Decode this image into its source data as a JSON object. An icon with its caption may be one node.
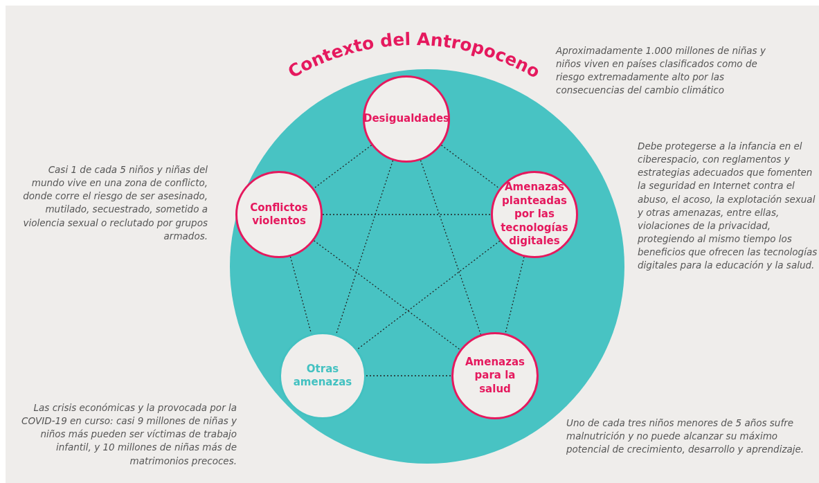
{
  "diagram": {
    "nodes": [
      {
        "text": [
          "Contexto del Antropoceno"
        ]
      },
      {
        "text": [
          "Desigualdades"
        ],
        "in": 0
      },
      {
        "text": [
          "Conflictos violentos"
        ],
        "in": 0
      },
      {
        "text": [
          "Amenazas planteadas por las tecnologías digitales"
        ],
        "in": 0
      },
      {
        "text": [
          "Otras amenazas"
        ],
        "in": 0
      },
      {
        "text": [
          "Amenazas para la salud"
        ],
        "in": 0
      }
    ],
    "edges": [
      {
        "from": 1,
        "to": 2,
        "arrow": "none"
      },
      {
        "from": 1,
        "to": 3,
        "arrow": "none"
      },
      {
        "from": 1,
        "to": 4,
        "arrow": "none"
      },
      {
        "from": 1,
        "to": 5,
        "arrow": "none"
      },
      {
        "from": 2,
        "to": 3,
        "arrow": "none"
      },
      {
        "from": 2,
        "to": 4,
        "arrow": "none"
      },
      {
        "from": 2,
        "to": 5,
        "arrow": "none"
      },
      {
        "from": 3,
        "to": 4,
        "arrow": "none"
      },
      {
        "from": 3,
        "to": 5,
        "arrow": "none"
      },
      {
        "from": 4,
        "to": 5,
        "arrow": "none"
      }
    ],
    "labels": [
      "Aproximadamente 1.000 millones de niñas y niños viven en países clasificados como de riesgo extremadamente alto por las consecuencias del cambio climático",
      "Debe protegerse a la infancia en el ciberespacio, con reglamentos y estrategias adecuados que fomenten la seguridad en Internet contra el abuso, el acoso, la explotación sexual y otras amenazas, entre ellas, violaciones de la privacidad, protegiendo al mismo tiempo los beneficios que ofrecen las tecnologías digitales para la educación y la salud.",
      "Casi 1 de cada 5 niños y niñas del mundo vive en una zona de conflicto, donde corre el riesgo de ser asesinado, mutilado, secuestrado, sometido a violencia sexual o reclutado por grupos armados.",
      "Las crisis económicas y la provocada por la COVID-19 en curso: casi 9 millones de niñas y niños más pueden ser víctimas de trabajo infantil, y 10 millones de niñas más de matrimonios precoces.",
      "Uno de cada tres niños menores de 5 años sufre malnutrición y no puede alcanzar su máximo potencial de crecimiento, desarrollo y aprendizaje."
    ]
  }
}
